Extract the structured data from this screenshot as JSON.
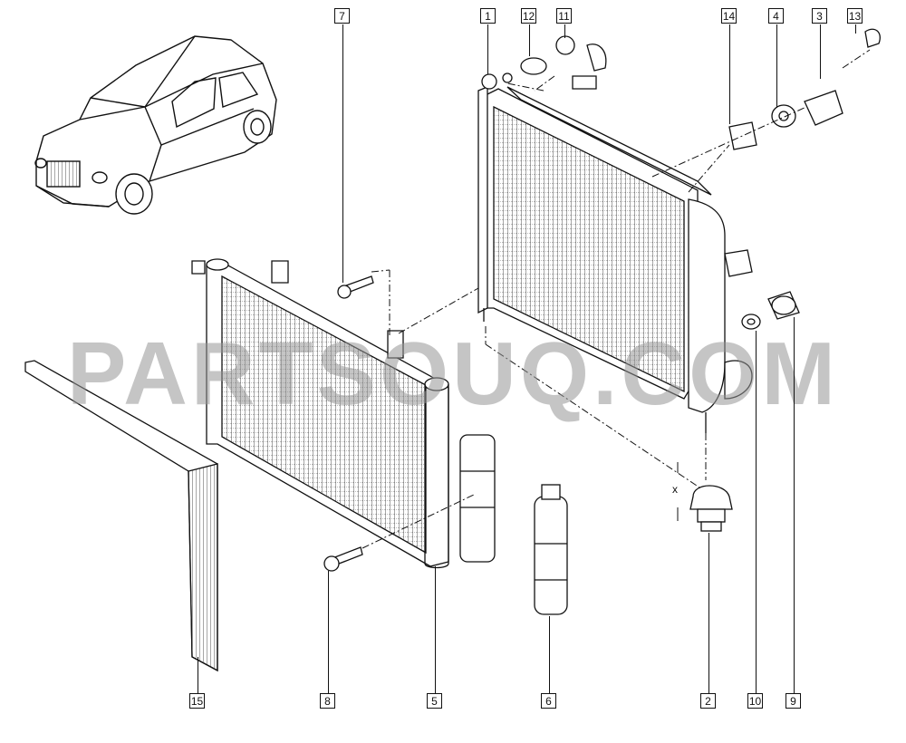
{
  "watermark": "PARTSOUQ.COM",
  "callouts": [
    {
      "id": "c1",
      "label": "1"
    },
    {
      "id": "c12",
      "label": "12"
    },
    {
      "id": "c11",
      "label": "11"
    },
    {
      "id": "c14",
      "label": "14"
    },
    {
      "id": "c4",
      "label": "4"
    },
    {
      "id": "c3",
      "label": "3"
    },
    {
      "id": "c13",
      "label": "13"
    },
    {
      "id": "c7",
      "label": "7"
    },
    {
      "id": "c15",
      "label": "15"
    },
    {
      "id": "c8",
      "label": "8"
    },
    {
      "id": "c5",
      "label": "5"
    },
    {
      "id": "c6",
      "label": "6"
    },
    {
      "id": "c2",
      "label": "2"
    },
    {
      "id": "c10",
      "label": "10"
    },
    {
      "id": "c9",
      "label": "9"
    }
  ],
  "dimension_label": "x",
  "colors": {
    "line": "#111111",
    "watermark": "#969696",
    "background": "#ffffff"
  }
}
